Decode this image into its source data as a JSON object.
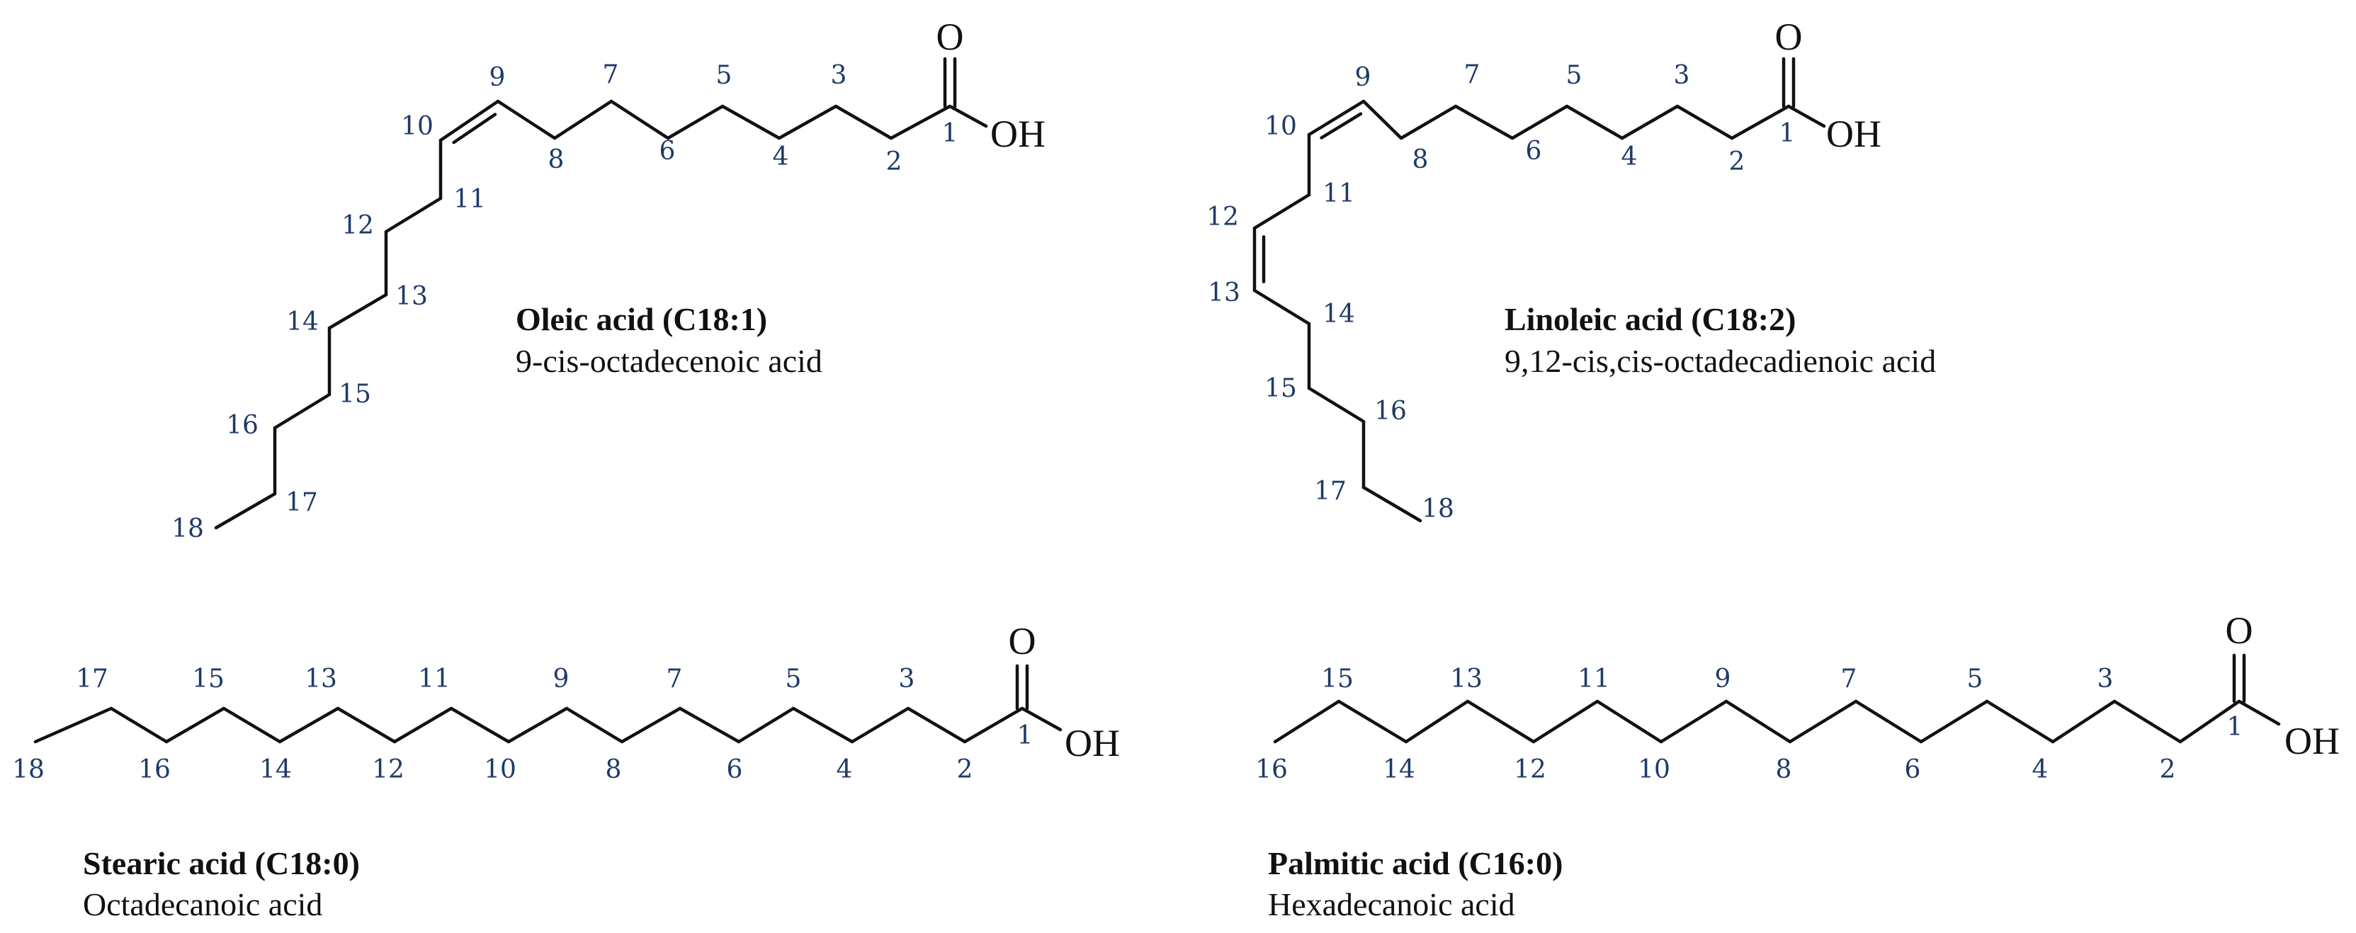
{
  "colors": {
    "bond": "#111111",
    "carbon_number": "#1f3a66",
    "text": "#111111"
  },
  "molecules": [
    {
      "id": "oleic",
      "name": "Oleic acid (C18:1)",
      "iupac": "9-cis-octadecenoic acid",
      "oxygen_label": "O",
      "hydroxyl_label": "OH",
      "carbon_numbers": [
        "1",
        "2",
        "3",
        "4",
        "5",
        "6",
        "7",
        "8",
        "9",
        "10",
        "11",
        "12",
        "13",
        "14",
        "15",
        "16",
        "17",
        "18"
      ],
      "double_bonds": [
        "9-10"
      ]
    },
    {
      "id": "linoleic",
      "name": "Linoleic acid (C18:2)",
      "iupac": "9,12-cis,cis-octadecadienoic acid",
      "oxygen_label": "O",
      "hydroxyl_label": "OH",
      "carbon_numbers": [
        "1",
        "2",
        "3",
        "4",
        "5",
        "6",
        "7",
        "8",
        "9",
        "10",
        "11",
        "12",
        "13",
        "14",
        "15",
        "16",
        "17",
        "18"
      ],
      "double_bonds": [
        "9-10",
        "12-13"
      ]
    },
    {
      "id": "stearic",
      "name": "Stearic acid (C18:0)",
      "iupac": "Octadecanoic acid",
      "oxygen_label": "O",
      "hydroxyl_label": "OH",
      "carbon_numbers": [
        "1",
        "2",
        "3",
        "4",
        "5",
        "6",
        "7",
        "8",
        "9",
        "10",
        "11",
        "12",
        "13",
        "14",
        "15",
        "16",
        "17",
        "18"
      ],
      "double_bonds": []
    },
    {
      "id": "palmitic",
      "name": "Palmitic acid (C16:0)",
      "iupac": "Hexadecanoic acid",
      "oxygen_label": "O",
      "hydroxyl_label": "OH",
      "carbon_numbers": [
        "1",
        "2",
        "3",
        "4",
        "5",
        "6",
        "7",
        "8",
        "9",
        "10",
        "11",
        "12",
        "13",
        "14",
        "15",
        "16"
      ],
      "double_bonds": []
    }
  ]
}
